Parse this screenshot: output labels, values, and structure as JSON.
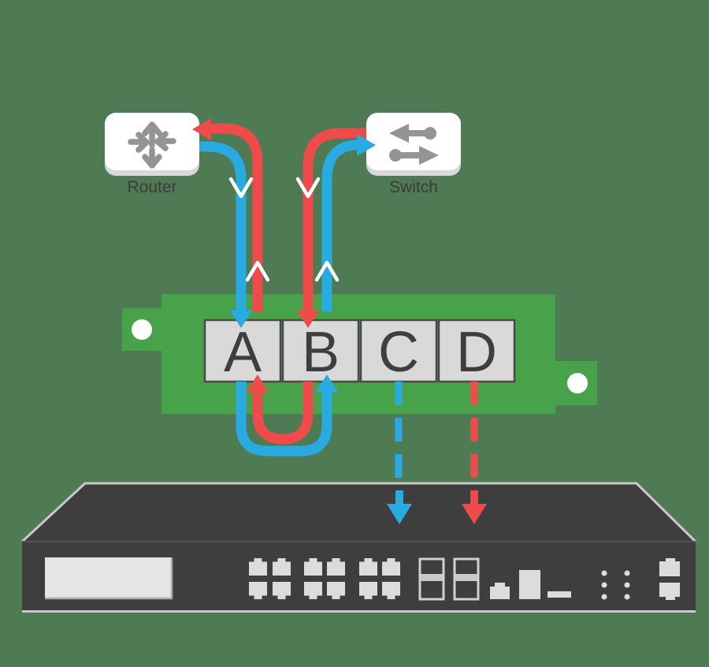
{
  "colors": {
    "background": "#4E7B54",
    "board": "#47A24A",
    "port_fill": "#D9D9D9",
    "port_border": "#4A4A4A",
    "port_letter": "#3E3E3E",
    "blue": "#29ABE2",
    "red": "#EF4B4B",
    "white": "#FFFFFF",
    "node_box": "#FFFFFF",
    "node_box_shadow": "#D9D9D9",
    "icon_gray": "#949494",
    "label_text": "#3B3B3B",
    "device_body": "#3E3E3E",
    "device_edge": "#C9C9C9",
    "device_detail": "#DCDCDC",
    "lcd": "#E5E5E5"
  },
  "nodes": {
    "router": {
      "label": "Router",
      "icon": "router-arrows-icon"
    },
    "switch": {
      "label": "Switch",
      "icon": "switch-arrows-icon"
    }
  },
  "board": {
    "ports": [
      {
        "label": "A"
      },
      {
        "label": "B"
      },
      {
        "label": "C"
      },
      {
        "label": "D"
      }
    ]
  },
  "flows": {
    "blue_path": {
      "color": "#29ABE2",
      "style": "solid",
      "route": "Router → Port A → Port B → Switch"
    },
    "red_path": {
      "color": "#EF4B4B",
      "style": "solid",
      "route": "Switch → Port B → Port A → Router"
    },
    "monitor_c": {
      "color": "#29ABE2",
      "style": "dashed",
      "route": "Port C → appliance"
    },
    "monitor_d": {
      "color": "#EF4B4B",
      "style": "dashed",
      "route": "Port D → appliance"
    }
  },
  "appliance": {
    "icon": "rack-appliance-icon"
  }
}
